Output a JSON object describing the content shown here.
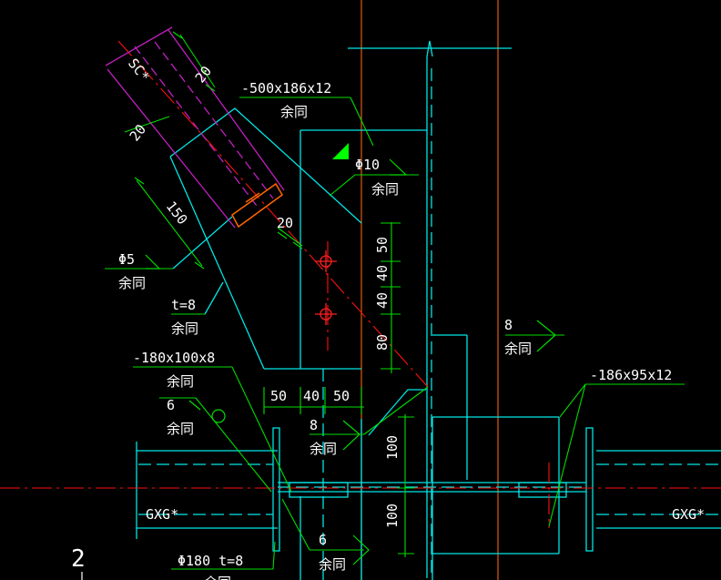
{
  "colors": {
    "background": "#000000",
    "outline": "#00e5e5",
    "dimension": "#00dd00",
    "text": "#ffffff",
    "centerline": "#ff1010",
    "bolt": "#ff2020",
    "gridline": "#e05a10",
    "brace": "#c020c0",
    "weld_flag": "#00ff00",
    "plate": "#ff6600"
  },
  "labels": {
    "brace_member": "SC*",
    "top_plate_spec": "-500x186x12",
    "same_1": "余同",
    "phi10": "Φ10",
    "same_2": "余同",
    "phi5": "Φ5",
    "same_3": "余同",
    "thickness": "t=8",
    "same_4": "余同",
    "stiffener_spec": "-180x100x8",
    "same_5": "余同",
    "weld_6_left": "6",
    "same_6": "余同",
    "weld_8_right": "8",
    "same_7": "余同",
    "weld_8_mid": "8",
    "same_8": "余同",
    "plate_right_spec": "-186x95x12",
    "left_member": "GXG*",
    "right_member": "GXG*",
    "weld_6_bottom": "6",
    "same_9": "余同",
    "pipe_spec": "Φ180  t=8",
    "same_10": "余同",
    "grid_number": "2"
  },
  "dimensions": {
    "d20_top": "20",
    "d20_left": "20",
    "d150": "150",
    "d20_mid": "20",
    "d50_v": "50",
    "d40_v": "40",
    "d40_v2": "40",
    "d80_v": "80",
    "d50_h": "50",
    "d40_h": "40",
    "d50_h2": "50",
    "d100_a": "100",
    "d100_b": "100"
  }
}
